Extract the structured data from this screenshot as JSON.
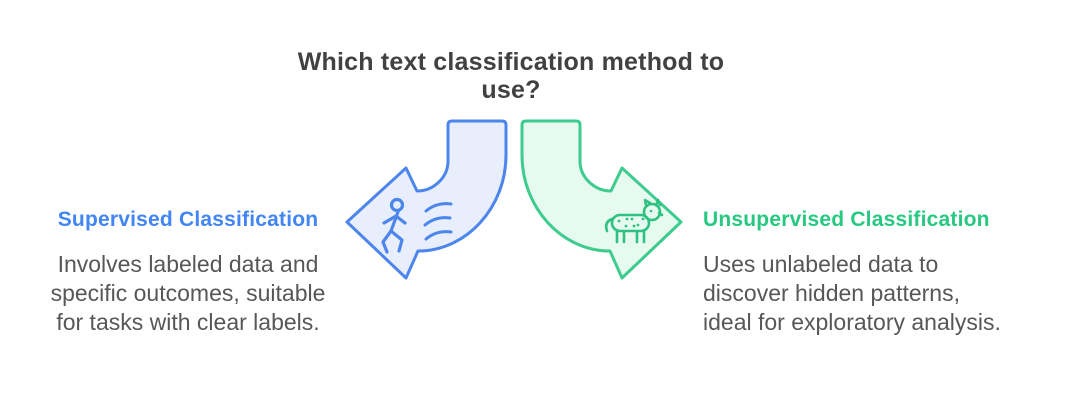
{
  "header": {
    "title_line1": "Which text classification method to",
    "title_line2": "use?"
  },
  "left": {
    "heading": "Supervised Classification",
    "desc_line1": "Involves labeled data and",
    "desc_line2": "specific outcomes, suitable",
    "desc_line3": "for tasks with clear labels.",
    "arrow_direction": "left",
    "icon": "running-person-with-speed-lines",
    "accent_color": "#4285f4",
    "arrow_stroke": "#4c86ed",
    "arrow_fill": "#e8eefc"
  },
  "right": {
    "heading": "Unsupervised Classification",
    "desc_line1": "Uses unlabeled data to",
    "desc_line2": "discover hidden patterns,",
    "desc_line3": "ideal for exploratory analysis.",
    "arrow_direction": "right",
    "icon": "leopard",
    "accent_color": "#27c880",
    "arrow_stroke": "#3ecb8e",
    "arrow_fill": "#e7faf0"
  },
  "colors": {
    "title_text": "#414141",
    "body_text": "#575757",
    "background": "#ffffff"
  }
}
